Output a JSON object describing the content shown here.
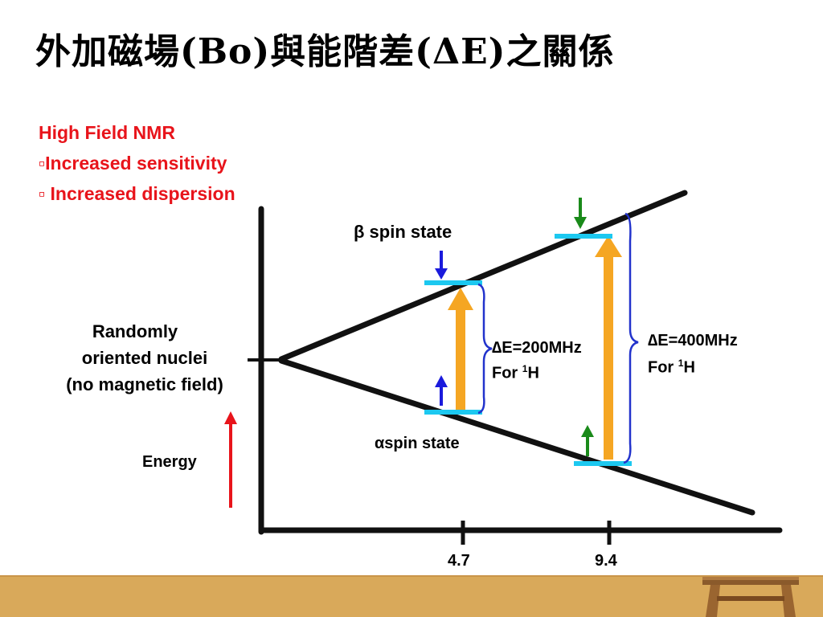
{
  "slide": {
    "title": "外加磁場(Bo)與能階差(ΔE)之關係",
    "bullets": [
      "High Field NMR",
      "▫Increased sensitivity",
      "▫ Increased dispersion"
    ]
  },
  "labels": {
    "beta": "β spin state",
    "alpha": "αspin state",
    "random": [
      "Randomly",
      "oriented nuclei",
      "(no magnetic field)"
    ],
    "energy": "Energy",
    "de200": "∆E=200MHz",
    "de400": "∆E=400MHz",
    "for1h_prefix": "For ",
    "for1h_sup": "1",
    "for1h_suffix": "H"
  },
  "field_ticks": [
    {
      "label": "4.7",
      "value": 4.7
    },
    {
      "label": "9.4",
      "value": 9.4
    }
  ],
  "colors": {
    "accent_red": "#e8141b",
    "level_cyan": "#1cc8f0",
    "arrow_orange": "#f5a623",
    "arrow_blue": "#1a1adc",
    "arrow_green": "#1a8a1a",
    "brace_blue": "#2233cc",
    "floor": "#d9a95a"
  },
  "icons": [
    "wooden-bench-icon"
  ]
}
